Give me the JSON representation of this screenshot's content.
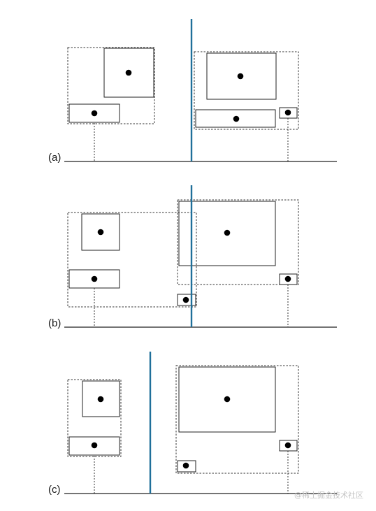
{
  "panels": [
    {
      "label": "(a)"
    },
    {
      "label": "(b)"
    },
    {
      "label": "(c)"
    }
  ],
  "watermark": "@稀土掘金技术社区",
  "colors": {
    "split_line": "#1f6f9a",
    "outline": "#222222",
    "bounding_box": "#333333",
    "centroid": "#000000",
    "background": "#ffffff"
  }
}
